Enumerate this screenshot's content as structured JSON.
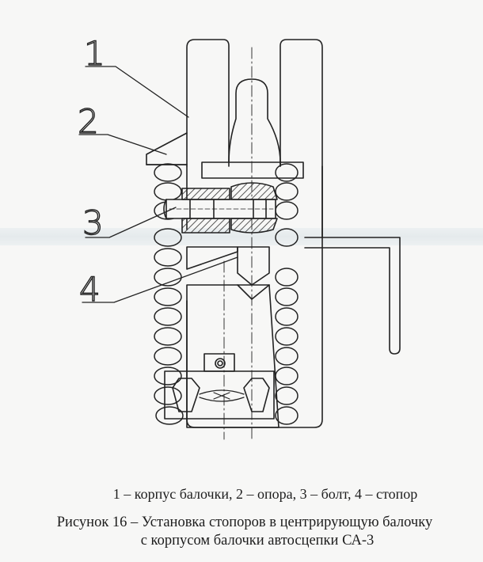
{
  "labels": {
    "part1": "1",
    "part2": "2",
    "part3": "3",
    "part4": "4"
  },
  "caption": {
    "legend": "1 – корпус балочки, 2 – опора, 3 – болт, 4 – стопор",
    "title_line1": "Рисунок 16 – Установка стопоров в центрирующую балочку",
    "title_line2": "с корпусом балочки автосцепки СА-3"
  },
  "colors": {
    "line": "#222222",
    "hatch": "#333333",
    "background": "#f7f7f6"
  }
}
